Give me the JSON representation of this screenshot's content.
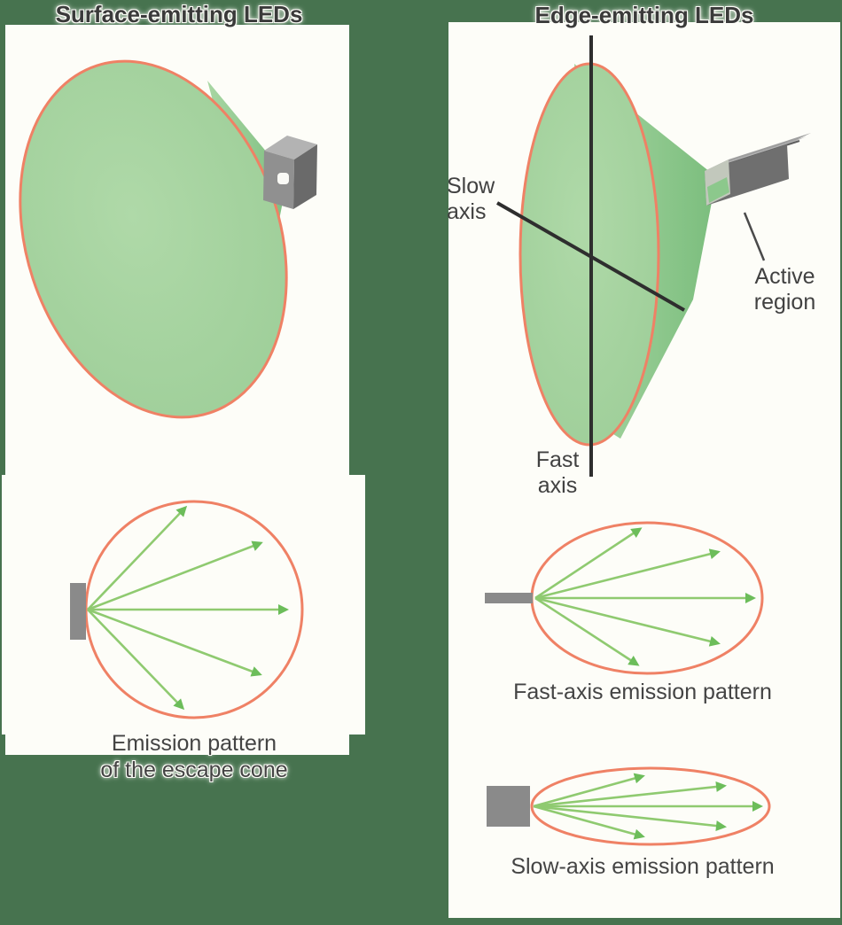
{
  "figure": {
    "background_color": "#47734F",
    "panel_color": "#FDFDF8",
    "colors": {
      "beam_fill": "#A4D49F",
      "beam_outline": "#EF8165",
      "ray_arrow": "#8FCA70",
      "axis_line": "#2E2E2E",
      "chip_gray": "#8A8A8A",
      "label_text": "#414141"
    }
  },
  "left_panel": {
    "title": "Surface-emitting LEDs",
    "escape_cone_pattern": {
      "caption_line1": "Emission pattern",
      "caption_line2": "of the escape cone",
      "ray_angles_deg": [
        45,
        21,
        0,
        -21,
        -45
      ]
    }
  },
  "right_panel": {
    "title": "Edge-emitting LEDs",
    "slow_axis_label": [
      "Slow",
      "axis"
    ],
    "fast_axis_label": [
      "Fast",
      "axis"
    ],
    "active_region_label": [
      "Active",
      "region"
    ],
    "fast_axis_pattern": {
      "caption": "Fast-axis emission pattern",
      "ray_angles_deg": [
        33,
        14,
        0,
        -14,
        -33
      ]
    },
    "slow_axis_pattern": {
      "caption": "Slow-axis emission pattern",
      "ray_angles_deg": [
        16,
        6,
        0,
        -6,
        -16
      ]
    }
  }
}
